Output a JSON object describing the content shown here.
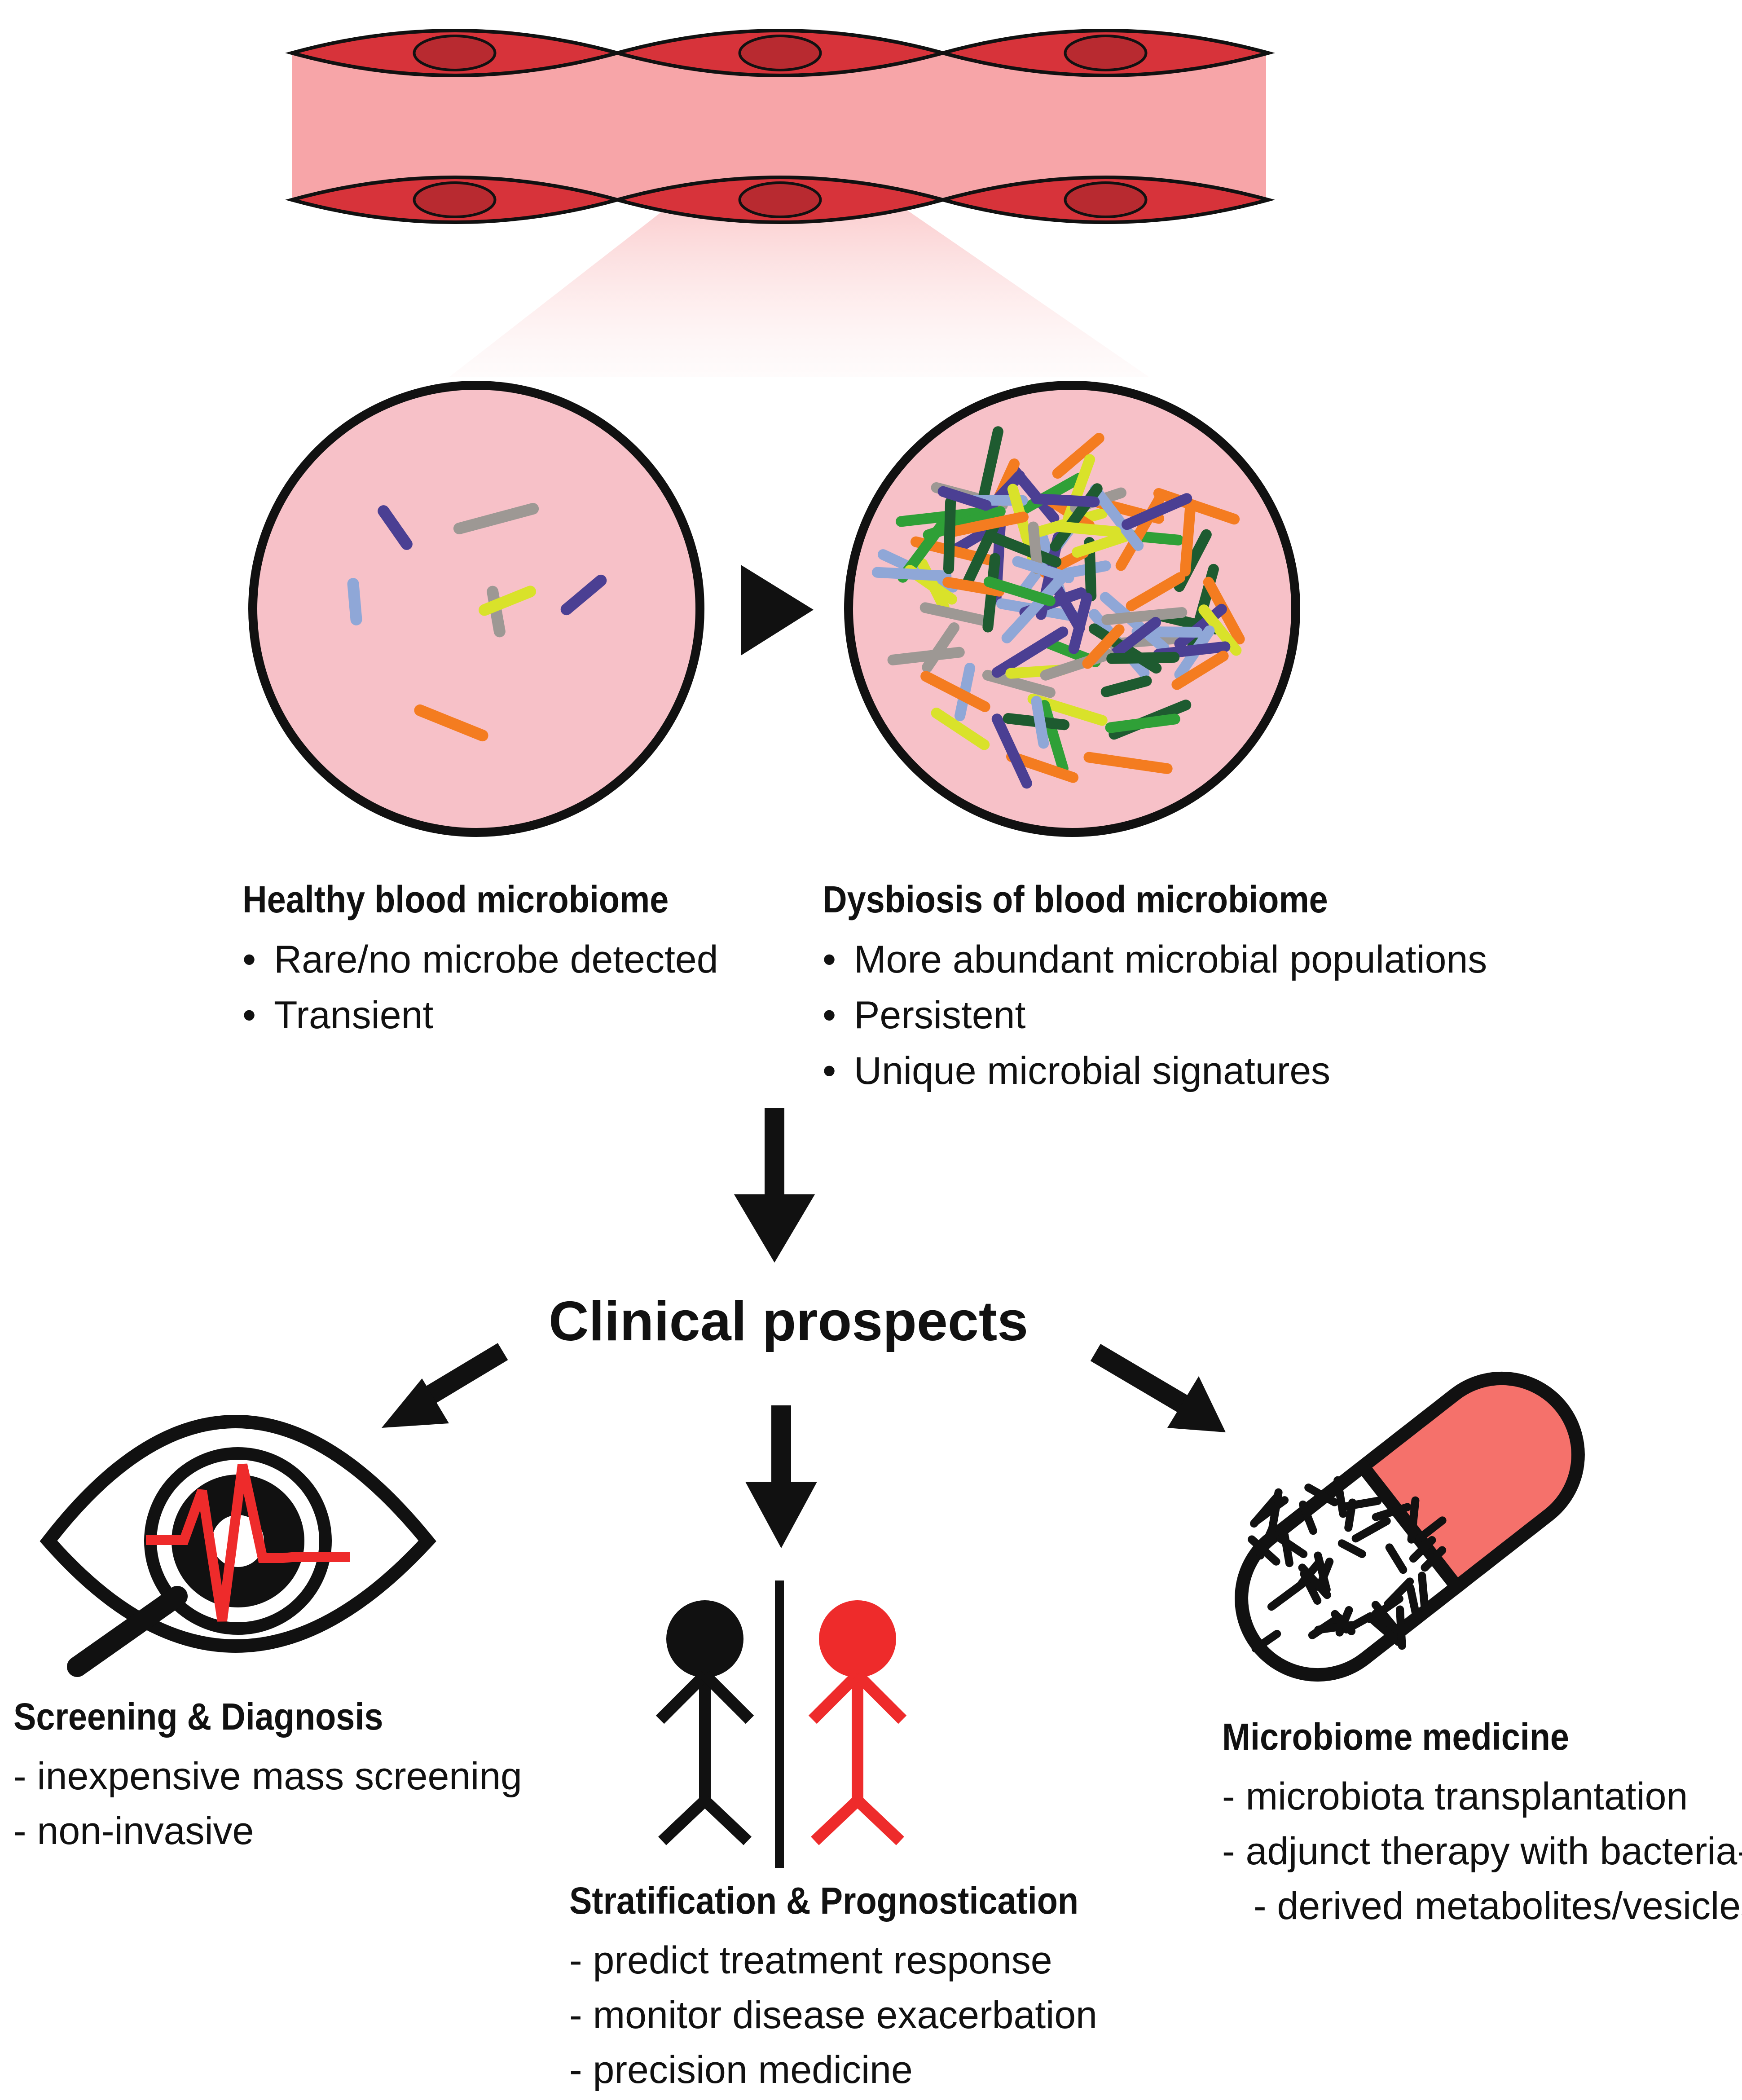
{
  "colors": {
    "vessel_fill": "#f7a5a8",
    "cell_fill": "#d7333a",
    "nucleus_fill": "#b82a30",
    "circle_fill": "#f7c1c8",
    "outline": "#111111",
    "accent_red": "#ee2b2b",
    "pill_fill": "#f5716b",
    "microbe_palette": [
      "#4b3f93",
      "#9d9894",
      "#8fa7d7",
      "#d9e22a",
      "#f47c20",
      "#1e5b30",
      "#2fa037"
    ]
  },
  "healthy": {
    "title": "Healthy blood microbiome",
    "points": [
      "Rare/no microbe detected",
      "Transient"
    ]
  },
  "dysbiosis": {
    "title": "Dysbiosis of blood microbiome",
    "points": [
      "More abundant microbial populations",
      "Persistent",
      "Unique microbial signatures"
    ]
  },
  "clinical": {
    "title": "Clinical prospects"
  },
  "screening": {
    "title": "Screening & Diagnosis",
    "points": [
      "inexpensive mass screening",
      "non-invasive"
    ]
  },
  "stratification": {
    "title": "Stratification & Prognostication",
    "points": [
      "predict treatment response",
      "monitor disease exacerbation",
      "precision medicine"
    ]
  },
  "medicine": {
    "title": "Microbiome medicine",
    "points": [
      "microbiota transplantation",
      "adjunct therapy with bacteria-",
      "derived metabolites/vesicles."
    ]
  },
  "icons": {
    "vessel": "blood-vessel-icon",
    "arrow": "arrow-icon",
    "eye": "eye-magnifier-icon",
    "people": "stratified-people-icon",
    "pill": "microbiome-capsule-icon"
  }
}
